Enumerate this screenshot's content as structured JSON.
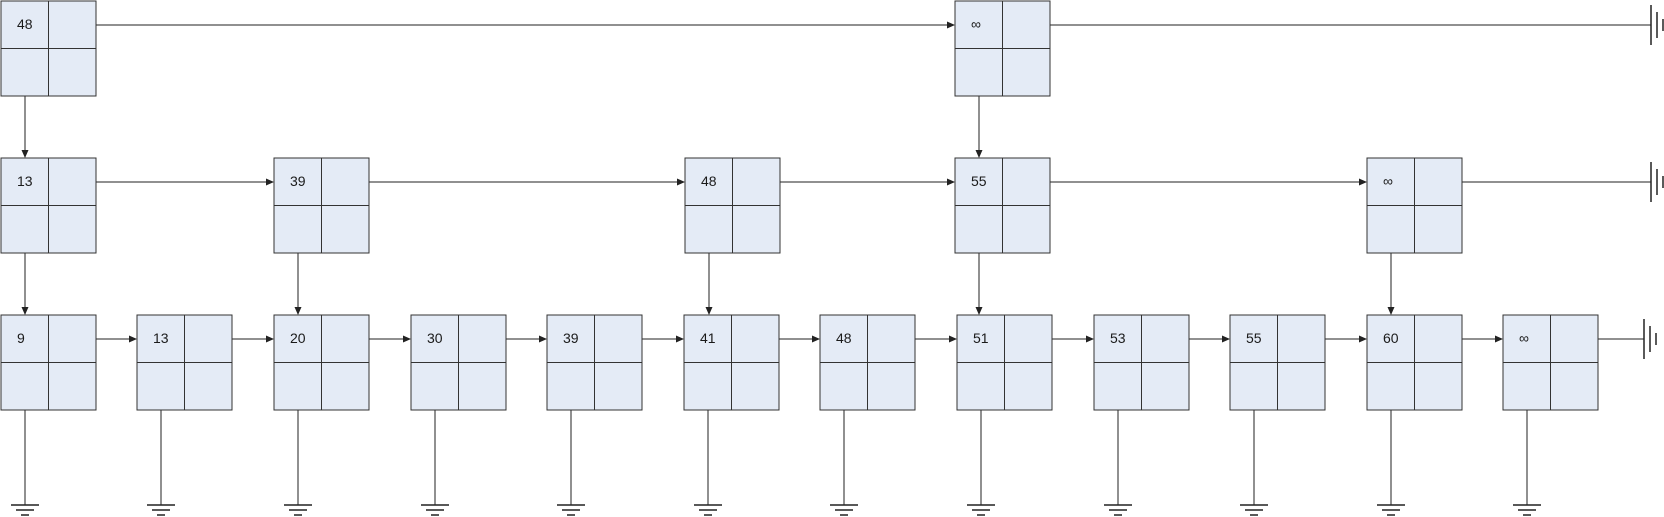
{
  "diagram": {
    "levels": [
      {
        "name": "level-2",
        "nodes": [
          {
            "key": "48",
            "down": true
          },
          {
            "key": "∞",
            "down": true
          }
        ],
        "terminator": true
      },
      {
        "name": "level-1",
        "nodes": [
          {
            "key": "13",
            "down": true
          },
          {
            "key": "39",
            "down": true
          },
          {
            "key": "48",
            "down": true
          },
          {
            "key": "55",
            "down": true
          },
          {
            "key": "∞",
            "down": true
          }
        ],
        "terminator": true
      },
      {
        "name": "level-0",
        "nodes": [
          {
            "key": "9",
            "ground": true
          },
          {
            "key": "13",
            "ground": true
          },
          {
            "key": "20",
            "ground": true
          },
          {
            "key": "30",
            "ground": true
          },
          {
            "key": "39",
            "ground": true
          },
          {
            "key": "41",
            "ground": true
          },
          {
            "key": "48",
            "ground": true
          },
          {
            "key": "51",
            "ground": true
          },
          {
            "key": "53",
            "ground": true
          },
          {
            "key": "55",
            "ground": true
          },
          {
            "key": "60",
            "ground": true
          },
          {
            "key": "∞",
            "ground": true
          }
        ],
        "terminator": true
      }
    ],
    "colors": {
      "node_fill": "#e4ebf6",
      "node_border": "#333333",
      "line": "#222222"
    }
  }
}
